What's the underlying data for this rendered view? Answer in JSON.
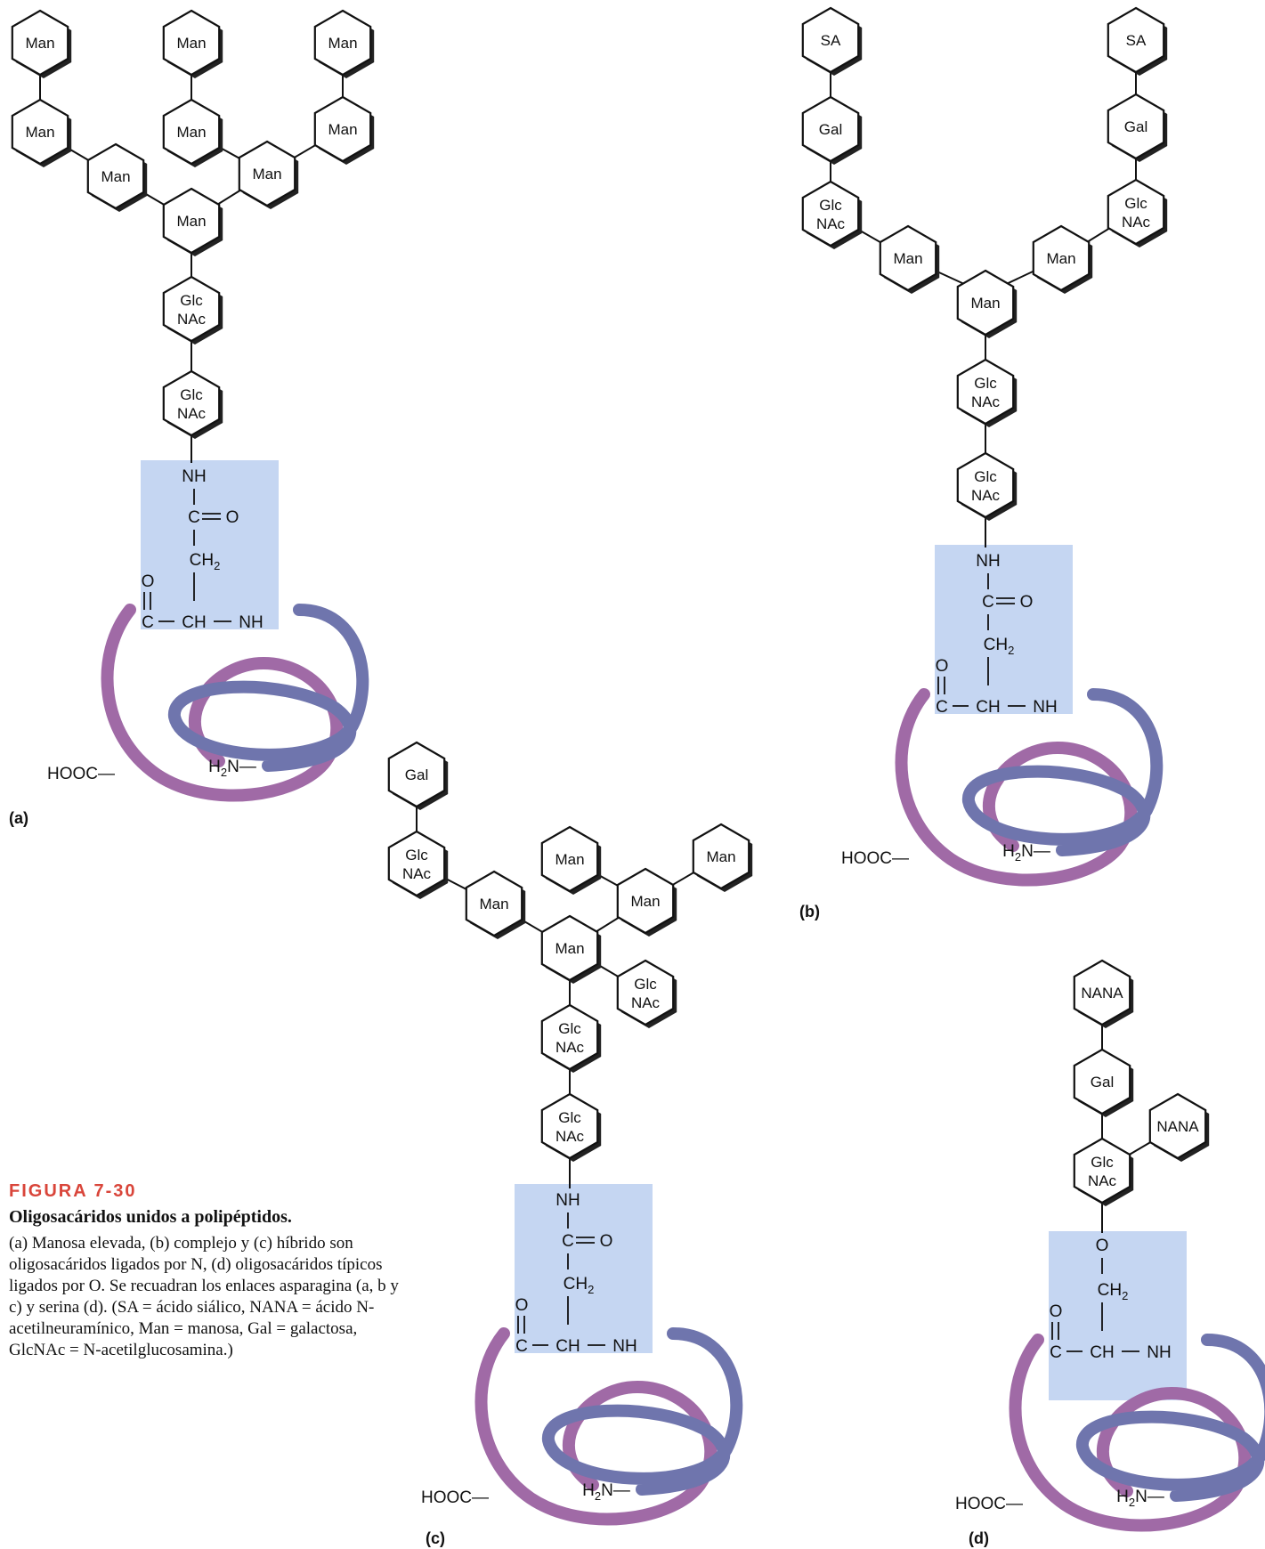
{
  "figure": {
    "number_label": "FIGURA 7-30",
    "title": "Oligosacáridos unidos a polipéptidos.",
    "caption": "(a) Manosa elevada, (b) complejo y (c) híbrido son oligosacáridos ligados por N, (d) oligosacáridos típicos ligados por O. Se recuadran los enlaces asparagina (a, b y c) y serina (d). (SA = ácido siálico, NANA = ácido N-acetilneuramínico, Man = manosa, Gal = galactosa, GlcNAc = N-acetilglucosamina.)"
  },
  "sugar_labels": {
    "man": "Man",
    "sa": "SA",
    "gal": "Gal",
    "glc": "Glc",
    "nac": "NAc",
    "nana": "NANA"
  },
  "chem_labels": {
    "nh": "NH",
    "o": "O",
    "c": "C",
    "ch": "CH",
    "ch2_main": "CH",
    "ch2_sub": "2",
    "c_eq_o": "C═O",
    "hooc": "HOOC",
    "h2n_h": "H",
    "h2n_sub": "2",
    "h2n_n": "N"
  },
  "panels": [
    {
      "id": "a",
      "label": "(a)"
    },
    {
      "id": "b",
      "label": "(b)"
    },
    {
      "id": "c",
      "label": "(c)"
    },
    {
      "id": "d",
      "label": "(d)"
    }
  ],
  "colors": {
    "box_fill": "#c5d6f2",
    "chain_purple": "#a06aa6",
    "chain_blue": "#6f75ad",
    "figure_label_red": "#d9453a"
  }
}
